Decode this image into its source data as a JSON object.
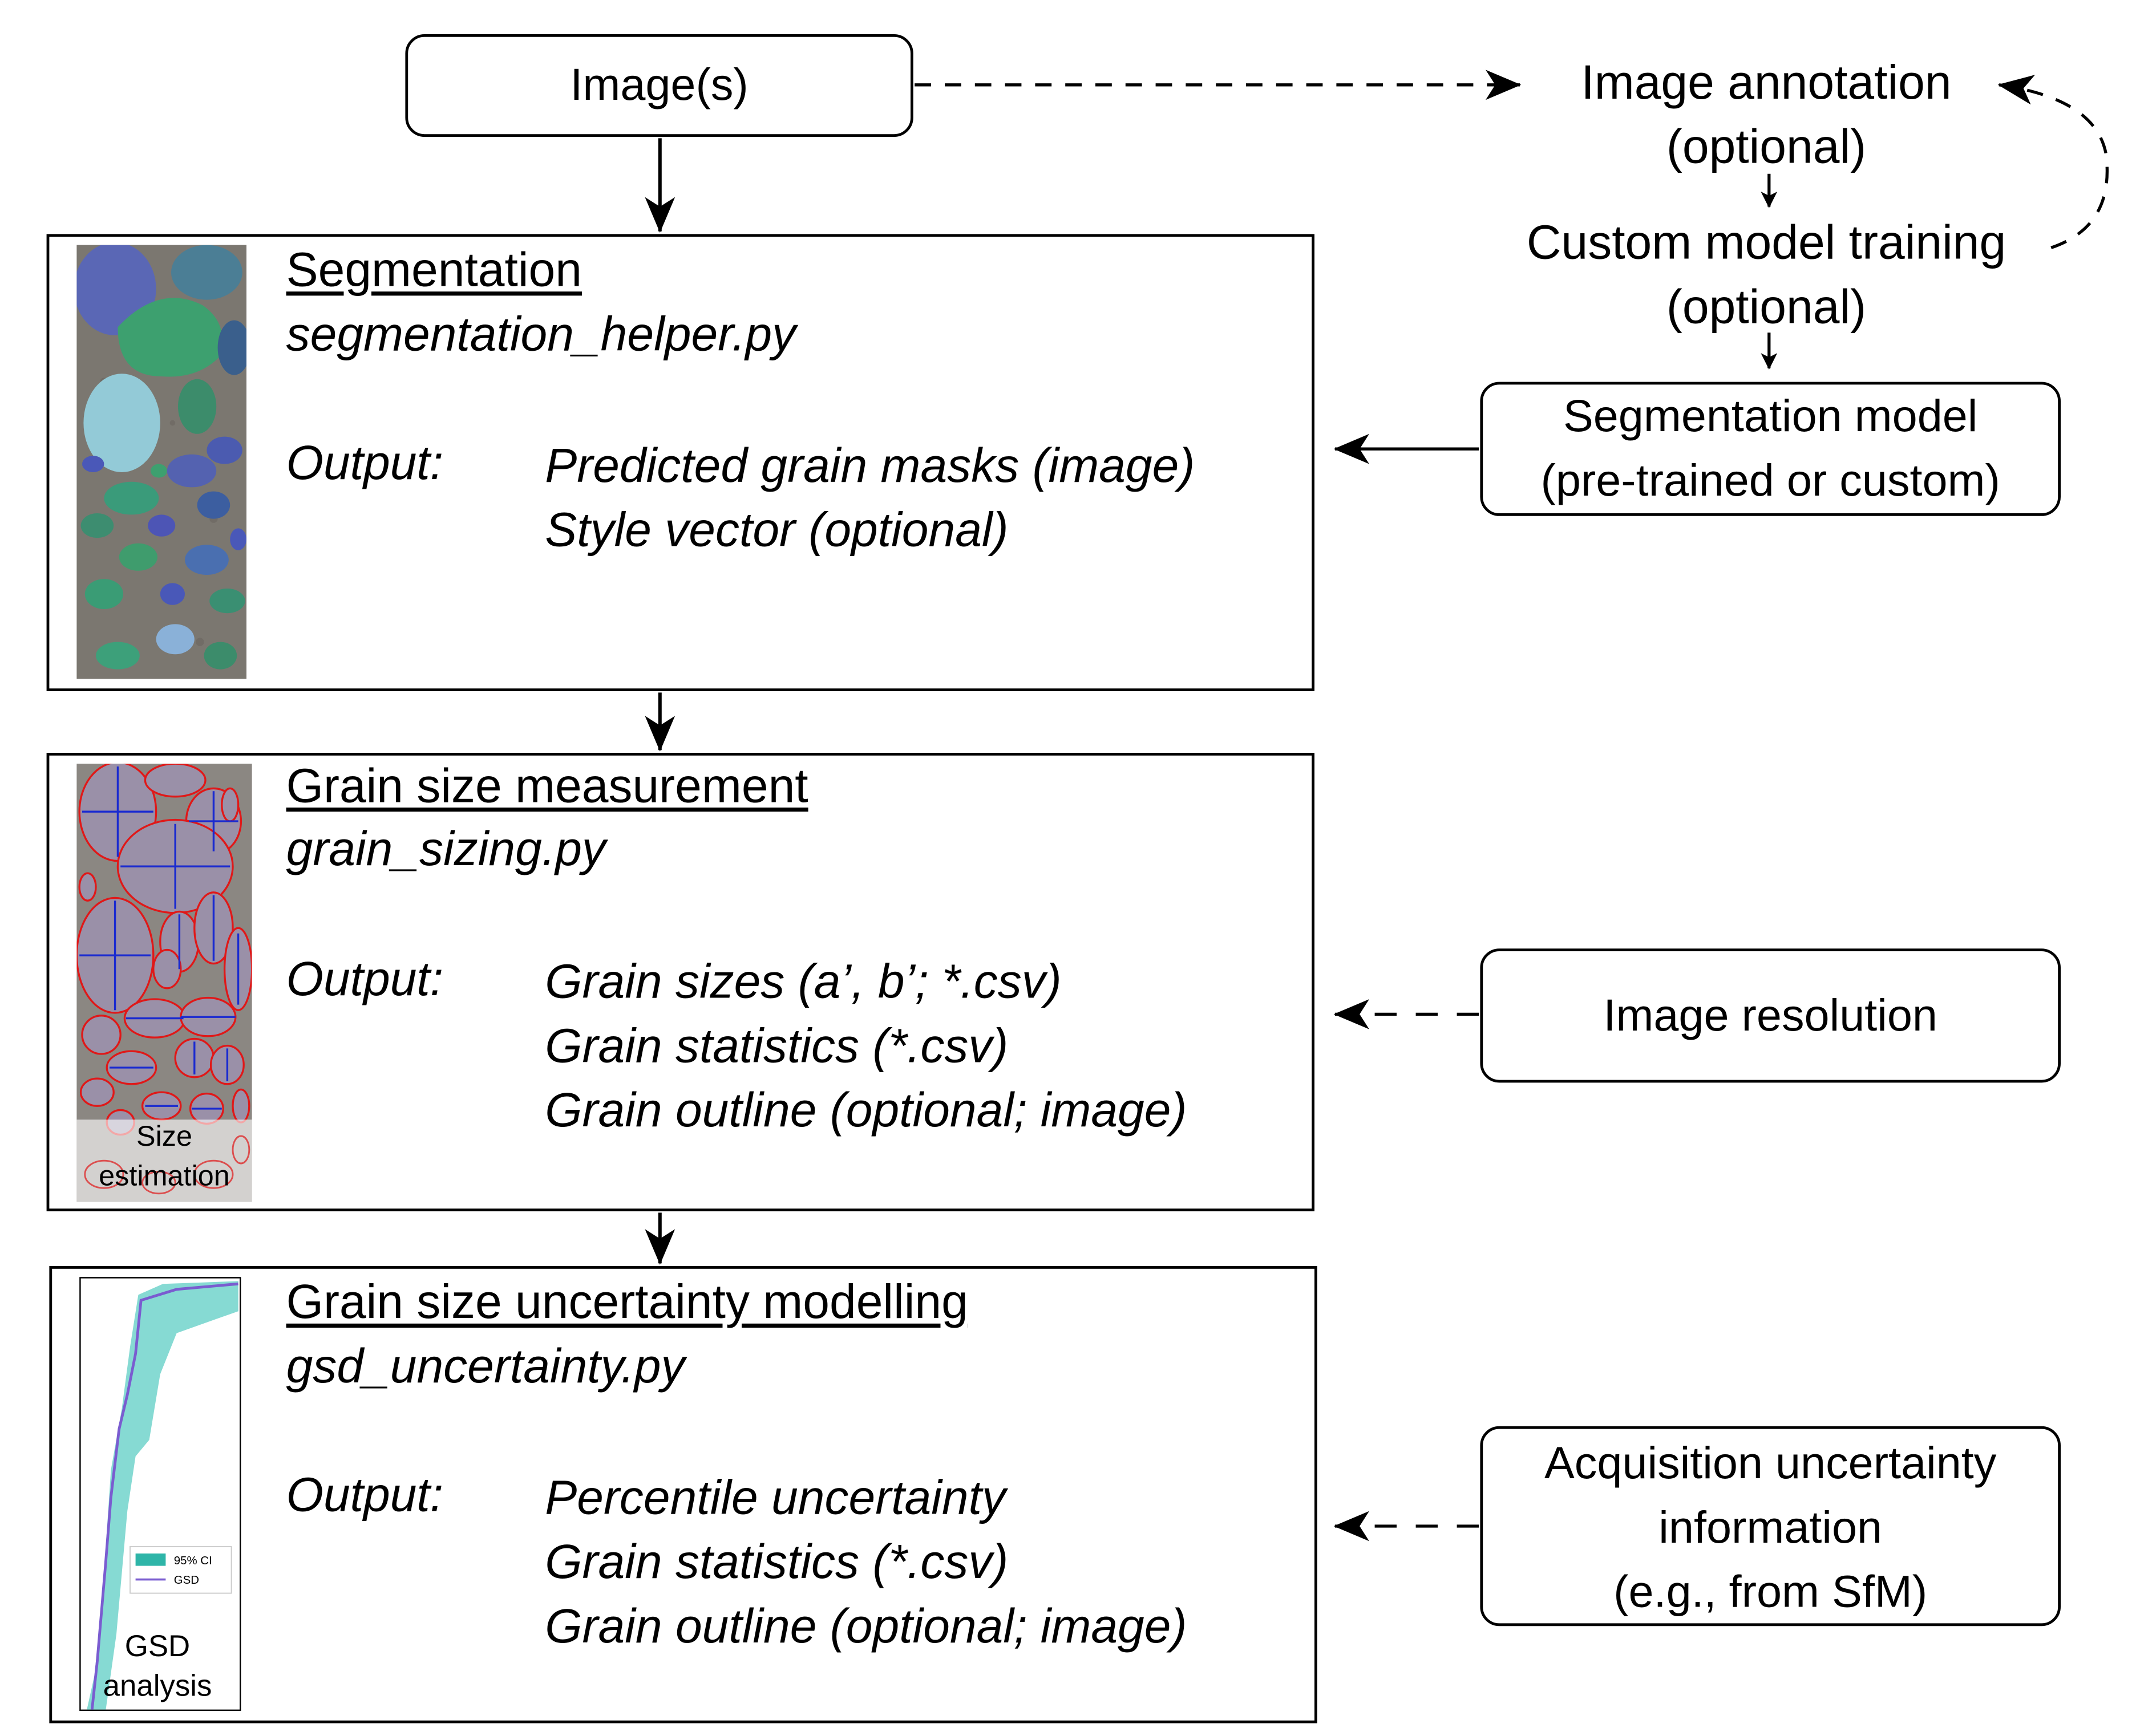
{
  "input": {
    "label": "Image(s)"
  },
  "steps": [
    {
      "title": "Segmentation",
      "script": "segmentation_helper.py",
      "output_label": "Output:",
      "outputs": [
        "Predicted grain masks (image)",
        "Style vector (optional)"
      ]
    },
    {
      "title": "Grain size measurement",
      "script": "grain_sizing.py",
      "output_label": "Output:",
      "outputs": [
        "Grain sizes (a’, b’; *.csv)",
        "Grain statistics (*.csv)",
        "Grain outline (optional; image)"
      ],
      "thumbnail_caption": [
        "Size",
        "estimation"
      ]
    },
    {
      "title": "Grain size uncertainty modelling",
      "script": "gsd_uncertainty.py",
      "output_label": "Output:",
      "outputs": [
        "Percentile uncertainty",
        "Grain statistics (*.csv)",
        "Grain outline (optional; image)"
      ],
      "thumbnail_caption": [
        "GSD",
        "analysis"
      ],
      "thumbnail_legend": [
        "95% CI",
        "GSD"
      ]
    }
  ],
  "side": {
    "annotation": [
      "Image annotation",
      "(optional)"
    ],
    "training": [
      "Custom model training",
      "(optional)"
    ],
    "model": [
      "Segmentation model",
      "(pre-trained or custom)"
    ],
    "resolution": "Image resolution",
    "acquisition": [
      "Acquisition uncertainty",
      "information",
      "(e.g., from SfM)"
    ]
  },
  "colors": {
    "line": "#000000",
    "mask_green": "#3a9e78",
    "mask_blue": "#4a58b8",
    "mask_cyan": "#8fc6d4",
    "ellipse_red": "#e01818",
    "axis_blue": "#1a2ad0",
    "ci_teal": "#5ecdc4",
    "gsd_purple": "#7a5cd0"
  }
}
